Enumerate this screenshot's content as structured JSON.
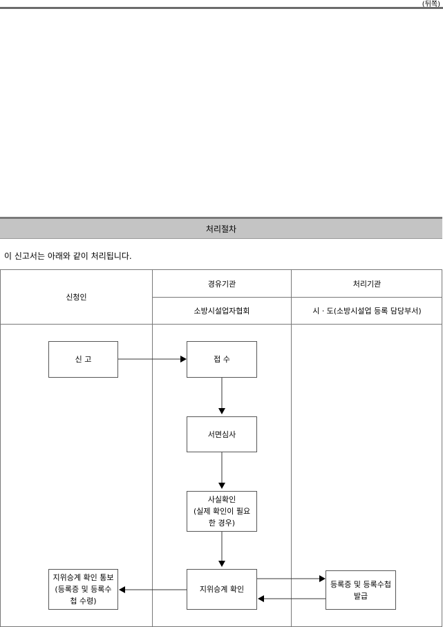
{
  "header": {
    "back_label": "(뒤쪽)"
  },
  "procedure": {
    "title": "처리절차",
    "intro": "이 신고서는 아래와 같이 처리됩니다."
  },
  "columns": {
    "applicant": "신청인",
    "via": "경유기관",
    "via_org": "소방시설업자협회",
    "handler": "처리기관",
    "handler_org": "시ㆍ도(소방시설업 등록 담당부서)"
  },
  "flow": {
    "report": "신  고",
    "receipt": "접  수",
    "document_review": "서면심사",
    "fact_check": "사실확인\n(실제 확인이 필요\n한 경우)",
    "succession_confirm": "지위승계 확인",
    "issue": "등록증 및 등록수첩\n발급",
    "notify": "지위승계 확인 통보\n(등록증 및 등록수\n첩 수령)"
  }
}
